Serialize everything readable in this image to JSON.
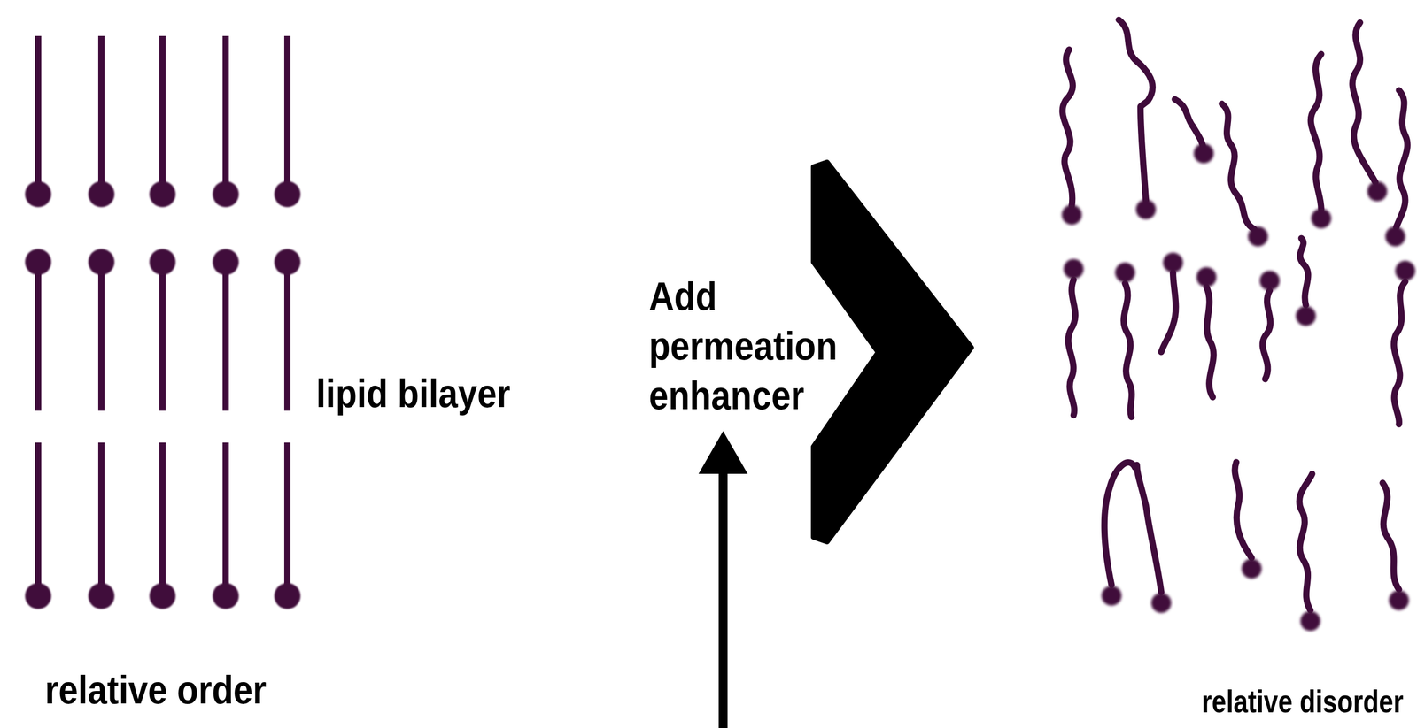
{
  "diagram": {
    "labels": [
      "lipid bilayer",
      "relative order",
      "Add permeation enhancer",
      "relative disorder"
    ]
  }
}
